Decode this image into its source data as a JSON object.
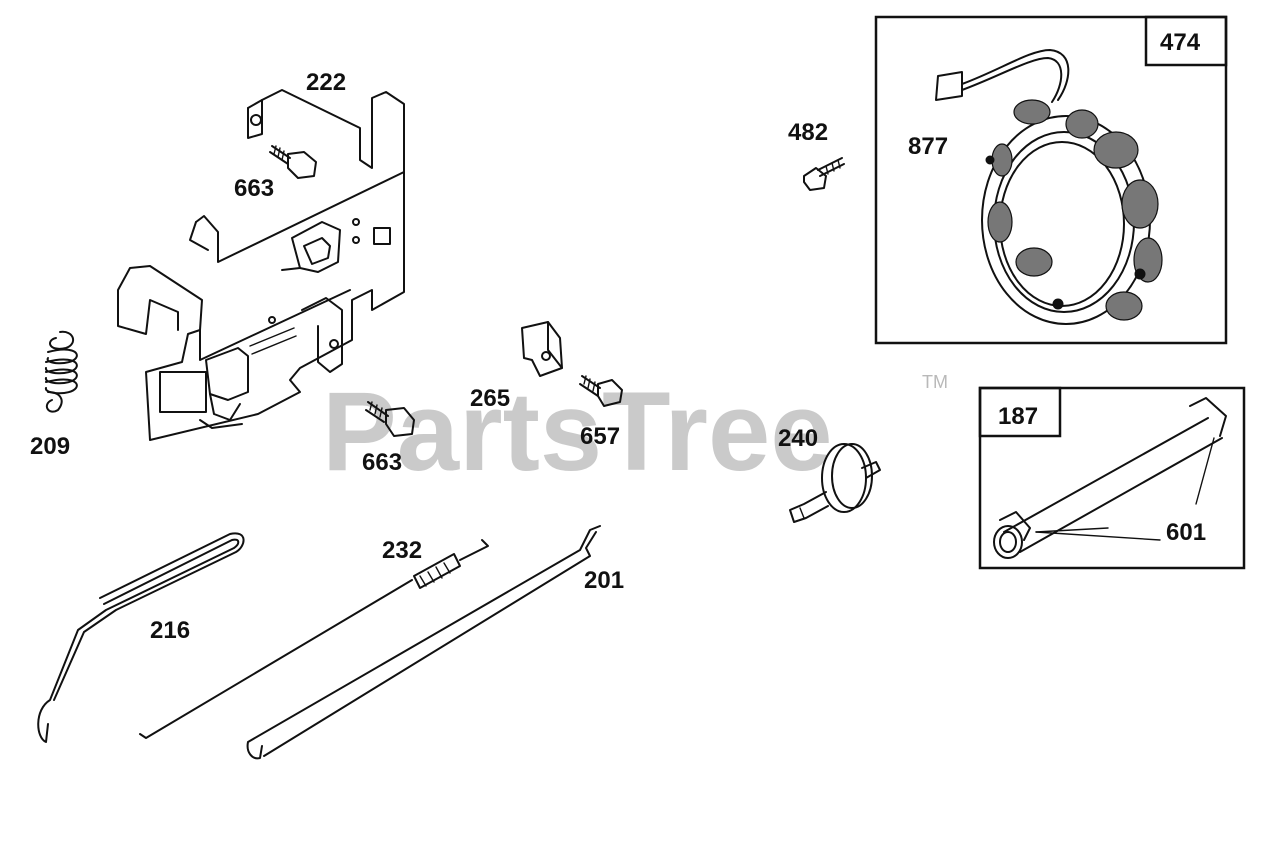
{
  "watermark": {
    "text": "PartsTree",
    "trademark": "TM"
  },
  "callouts": {
    "c222": "222",
    "c663a": "663",
    "c663b": "663",
    "c209": "209",
    "c265": "265",
    "c657": "657",
    "c482": "482",
    "c474": "474",
    "c877": "877",
    "c240": "240",
    "c187": "187",
    "c601": "601",
    "c232": "232",
    "c201": "201",
    "c216": "216"
  }
}
